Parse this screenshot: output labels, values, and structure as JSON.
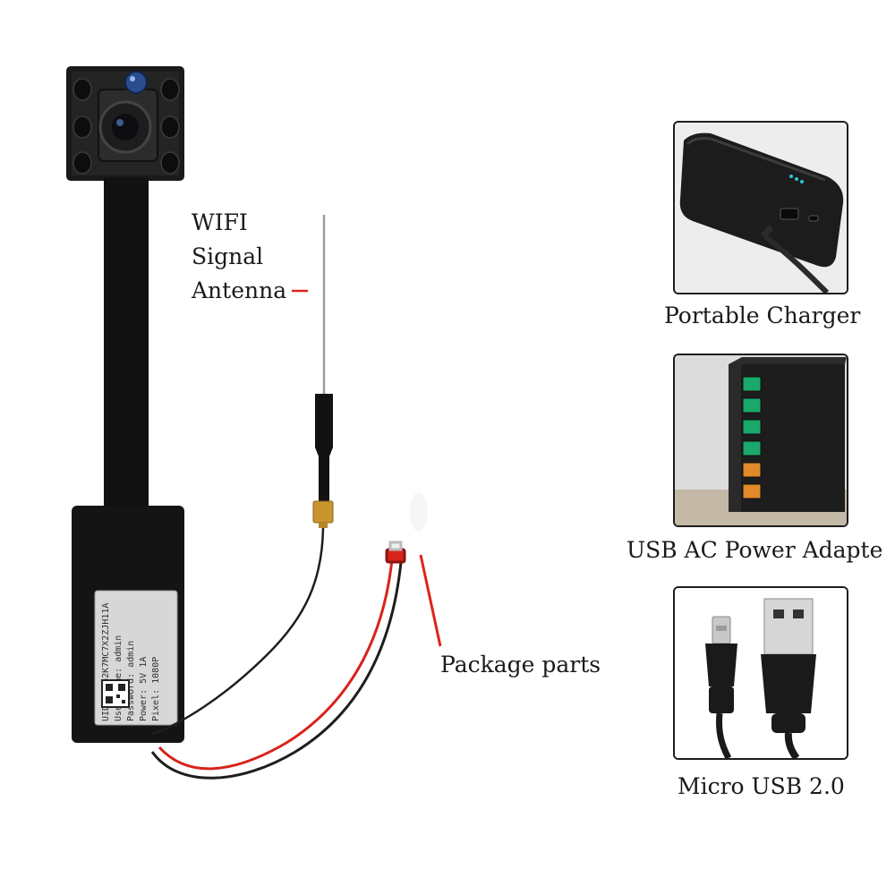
{
  "labels": {
    "antenna": [
      "WIFI",
      "Signal",
      "Antenna"
    ],
    "package_parts": "Package parts"
  },
  "panels": [
    {
      "caption": "Portable Charger",
      "icon": "power-bank-icon"
    },
    {
      "caption": "USB AC Power Adapte",
      "icon": "usb-charger-hub-icon"
    },
    {
      "caption": "Micro USB 2.0",
      "icon": "micro-usb-cable-icon"
    }
  ],
  "module_sticker": {
    "lines": [
      "UID: XK62K7MC7X2ZJH11A",
      "User Name: admin",
      "Password: admin",
      "Power: 5V 1A",
      "Pixel: 1080P"
    ]
  },
  "colors": {
    "pcb": "#151515",
    "wire_red": "#d8231c",
    "pointer_red": "#e0241a",
    "connector_gold": "#c9952e"
  }
}
